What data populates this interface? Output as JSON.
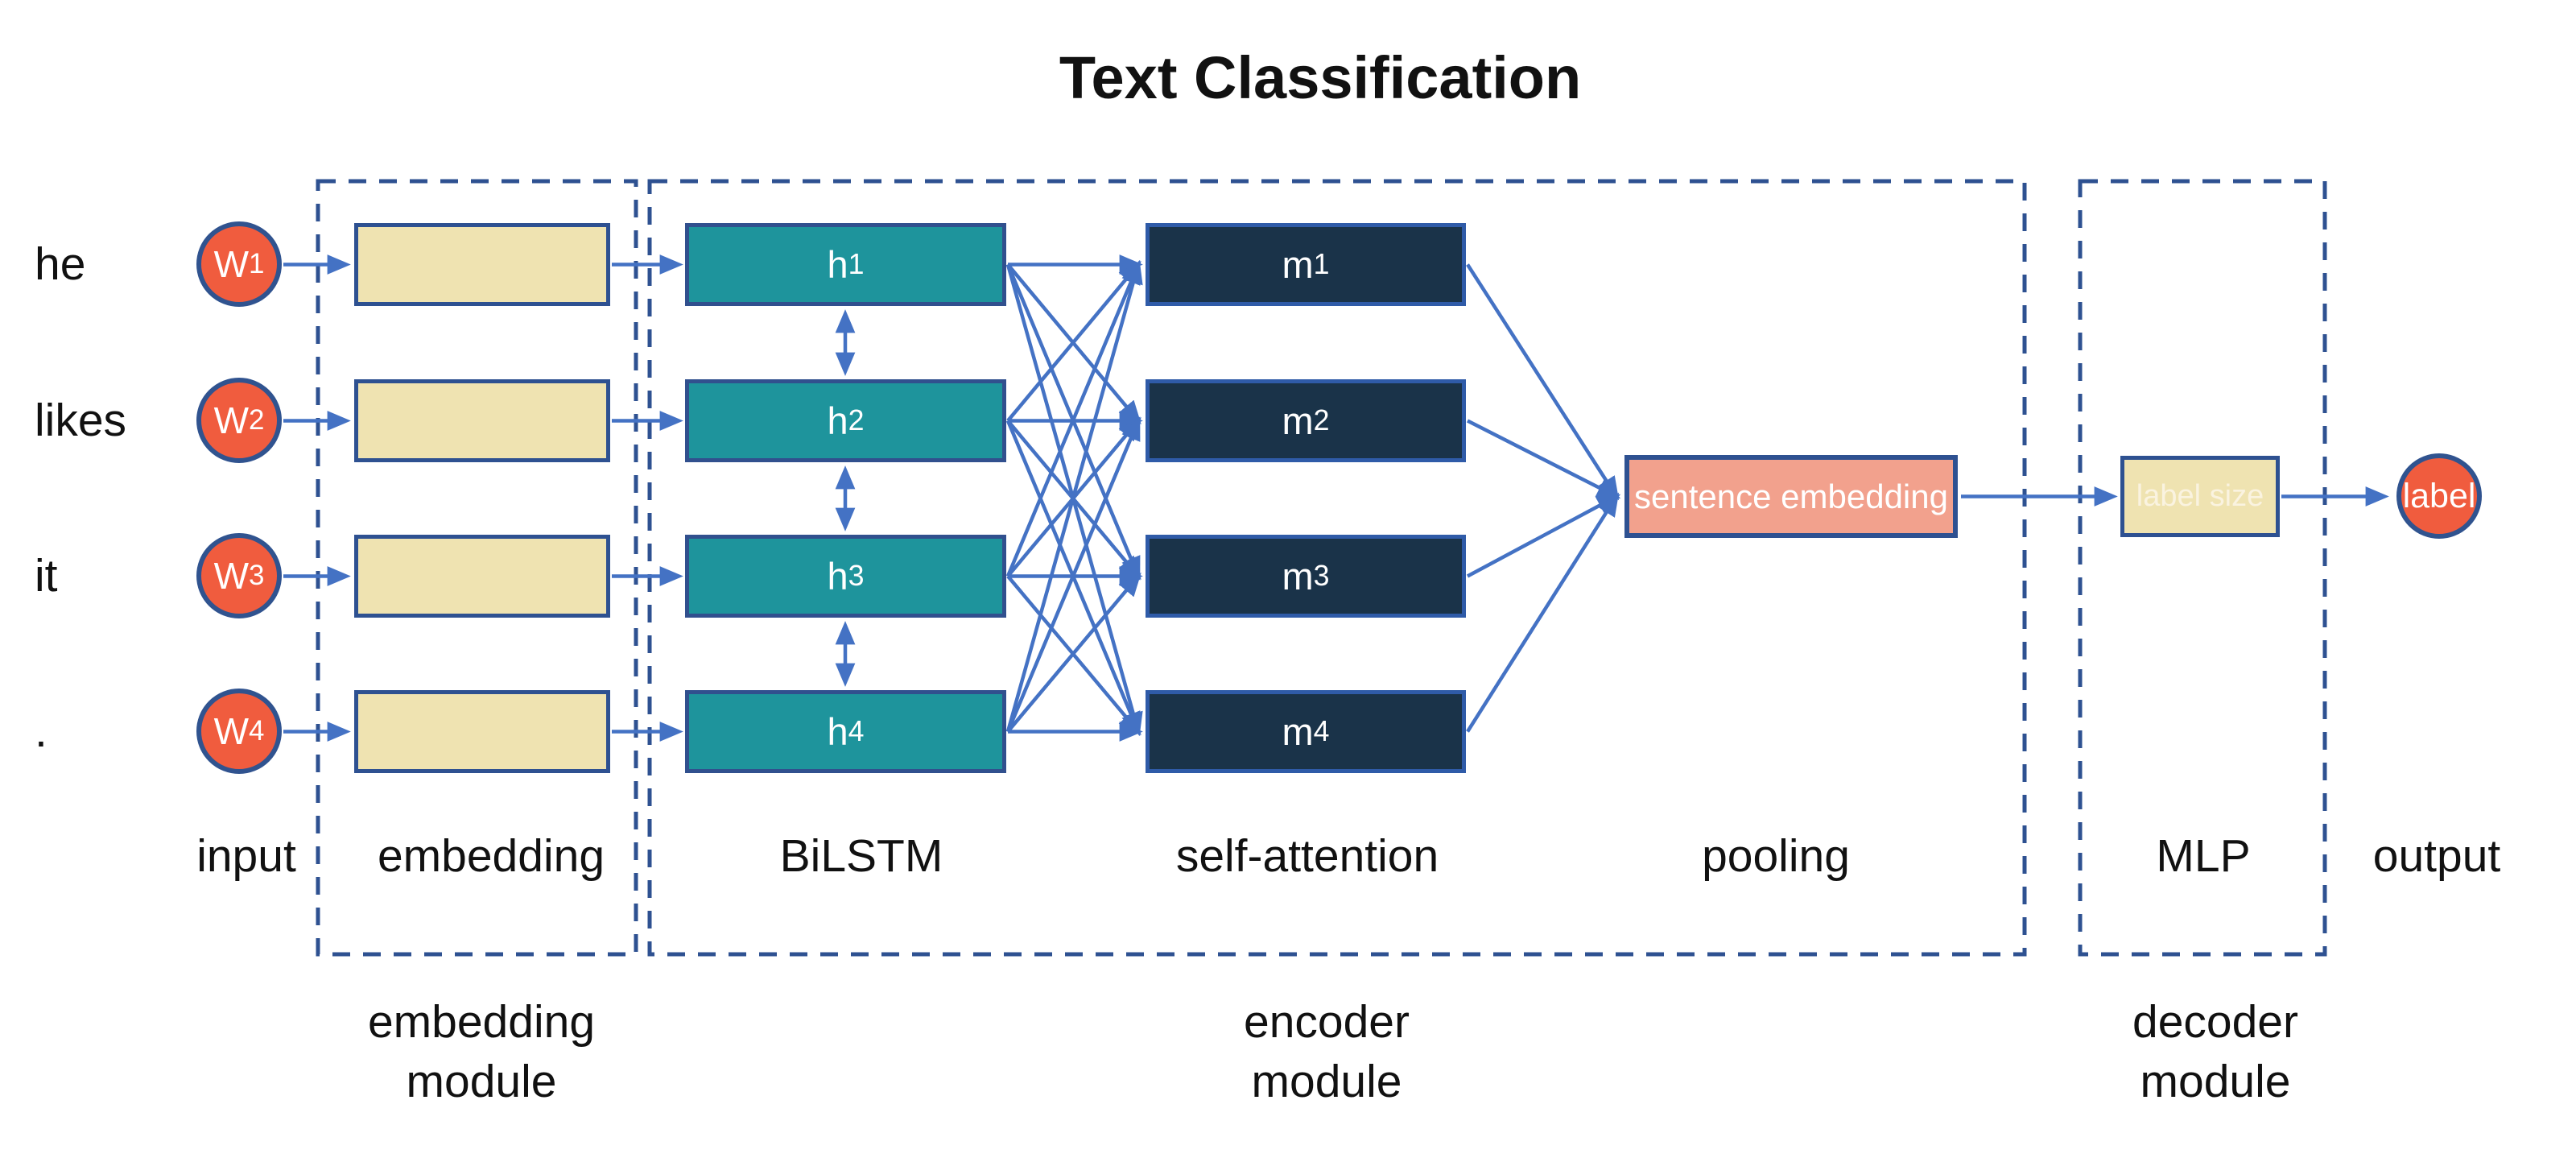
{
  "title": "Text Classification",
  "colors": {
    "line_blue": "#4472C4",
    "dashed_border_blue": "#2E5191",
    "teal_fill": "#1E949C",
    "navy_fill": "#1A3349",
    "tan_fill": "#EFE3B1",
    "salmon_fill": "#F2A18D",
    "orange_fill": "#F05C3E",
    "text_black": "#1A1A1A"
  },
  "inputs": {
    "words": [
      "he",
      "likes",
      "it",
      "."
    ],
    "nodes": [
      {
        "base": "W",
        "sub": "1"
      },
      {
        "base": "W",
        "sub": "2"
      },
      {
        "base": "W",
        "sub": "3"
      },
      {
        "base": "W",
        "sub": "4"
      }
    ]
  },
  "encoder": {
    "bilstm_nodes": [
      {
        "base": "h",
        "sub": "1"
      },
      {
        "base": "h",
        "sub": "2"
      },
      {
        "base": "h",
        "sub": "3"
      },
      {
        "base": "h",
        "sub": "4"
      }
    ],
    "attention_nodes": [
      {
        "base": "m",
        "sub": "1"
      },
      {
        "base": "m",
        "sub": "2"
      },
      {
        "base": "m",
        "sub": "3"
      },
      {
        "base": "m",
        "sub": "4"
      }
    ],
    "pooling_box": "sentence embedding"
  },
  "decoder": {
    "mlp_box": "label size"
  },
  "output": {
    "node": "label"
  },
  "stage_labels": [
    "input",
    "embedding",
    "BiLSTM",
    "self-attention",
    "pooling",
    "MLP",
    "output"
  ],
  "module_labels": [
    {
      "line1": "embedding",
      "line2": "module"
    },
    {
      "line1": "encoder",
      "line2": "module"
    },
    {
      "line1": "decoder",
      "line2": "module"
    }
  ]
}
